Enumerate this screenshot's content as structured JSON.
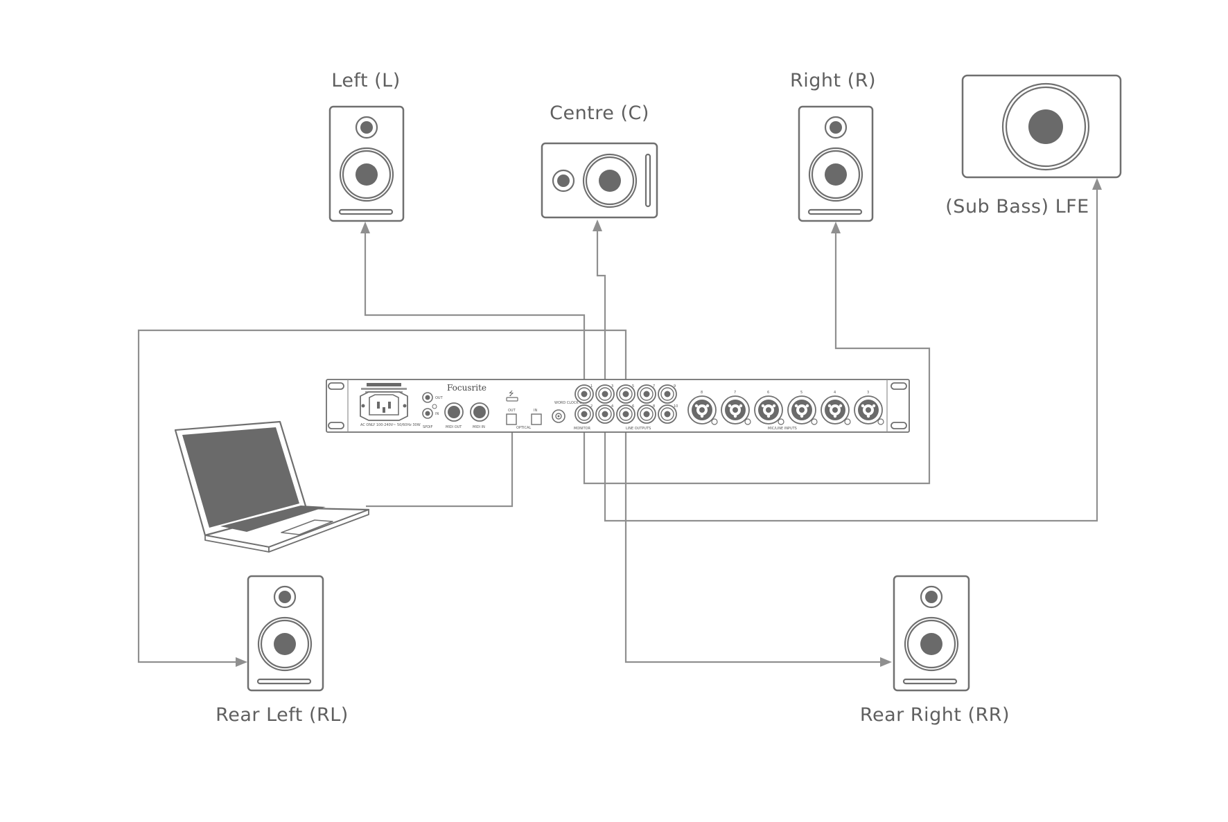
{
  "speakers": {
    "left": "Left (L)",
    "centre": "Centre (C)",
    "right": "Right (R)",
    "lfe": "(Sub Bass) LFE",
    "rear_left": "Rear Left (RL)",
    "rear_right": "Rear Right (RR)"
  },
  "interface": {
    "brand": "Focusrite",
    "power_label": "AC ONLY 100-240V~ 50/60Hz 30W",
    "spdif_label": "SPDIF",
    "spdif_out": "OUT",
    "spdif_in": "IN",
    "midi_out": "MIDI OUT",
    "midi_in": "MIDI IN",
    "optical_label": "OPTICAL",
    "optical_out": "OUT",
    "optical_in": "IN",
    "usb_symbol": "⭍",
    "word_clock": "WORD CLOCK OUT",
    "monitor_label": "MONITOR",
    "line_outputs_label": "LINE OUTPUTS",
    "mic_line_inputs_label": "MIC/LINE INPUTS",
    "line_out_numbers_top": [
      "1",
      "3",
      "5",
      "7",
      "9"
    ],
    "line_out_numbers_bottom": [
      "2",
      "4",
      "6",
      "8",
      "10"
    ],
    "input_numbers": [
      "8",
      "7",
      "6",
      "5",
      "4",
      "3"
    ]
  },
  "colors": {
    "line": "#8f8f8f",
    "outline": "#6f6f6f",
    "cone": "#6a6a6a",
    "label": "#5f5f5f"
  }
}
